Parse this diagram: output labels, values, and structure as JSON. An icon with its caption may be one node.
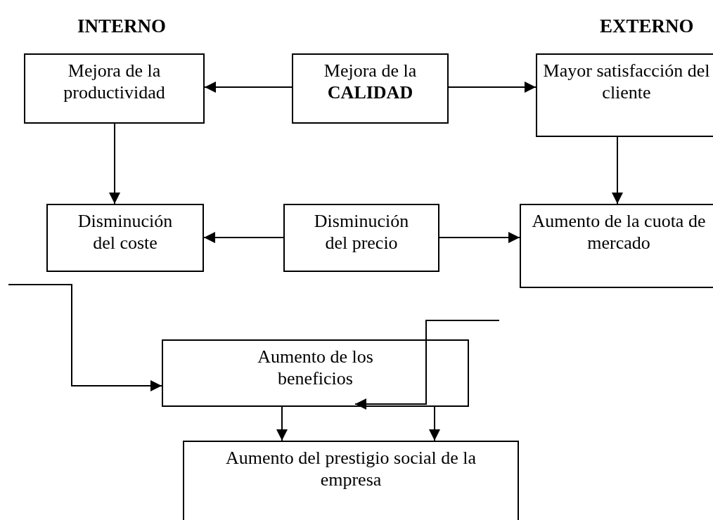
{
  "diagram": {
    "nodes": [
      {
        "text": [
          "Mejora de la productividad"
        ]
      },
      {
        "text": [
          "Mejora de la **CALIDAD**"
        ]
      },
      {
        "text": [
          "Mayor satisfacción del cliente"
        ]
      },
      {
        "text": [
          "Disminución del coste"
        ]
      },
      {
        "text": [
          "Disminución del precio"
        ]
      },
      {
        "text": [
          "Aumento de la cuota de mercado"
        ]
      },
      {
        "text": [
          "Aumento de los beneficios"
        ]
      },
      {
        "text": [
          "Aumento del prestigio social de la empresa"
        ]
      }
    ],
    "edges": [
      {
        "from": 1,
        "to": 0,
        "arrow": "to"
      },
      {
        "from": 1,
        "to": 2,
        "arrow": "to"
      },
      {
        "from": 0,
        "to": 3,
        "arrow": "to"
      },
      {
        "from": 2,
        "to": 5,
        "arrow": "to"
      },
      {
        "from": 4,
        "to": 3,
        "arrow": "to"
      },
      {
        "from": 4,
        "to": 5,
        "arrow": "to"
      },
      {
        "from": 6,
        "to": 7,
        "arrow": "to"
      },
      {
        "from": 6,
        "to": 7,
        "arrow": "to"
      },
      {
        "from": null,
        "to": 6,
        "arrow": "to"
      },
      {
        "from": null,
        "to": 6,
        "arrow": "to"
      }
    ],
    "labels": [
      "INTERNO",
      "EXTERNO"
    ]
  }
}
